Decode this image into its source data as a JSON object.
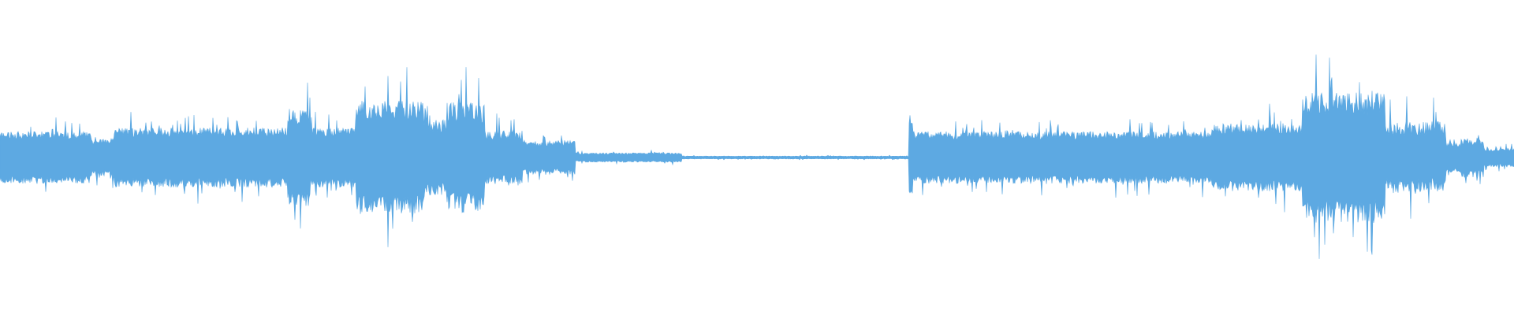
{
  "waveform": {
    "color": "#5DA9E2",
    "background": "#FFFFFF",
    "segments": [
      {
        "from": 0.0,
        "to": 0.06,
        "amp": 0.14,
        "jitter": 0.05
      },
      {
        "from": 0.06,
        "to": 0.075,
        "amp": 0.1,
        "jitter": 0.04
      },
      {
        "from": 0.075,
        "to": 0.19,
        "amp": 0.16,
        "jitter": 0.06
      },
      {
        "from": 0.19,
        "to": 0.205,
        "amp": 0.26,
        "jitter": 0.1
      },
      {
        "from": 0.205,
        "to": 0.235,
        "amp": 0.16,
        "jitter": 0.06
      },
      {
        "from": 0.235,
        "to": 0.28,
        "amp": 0.3,
        "jitter": 0.12
      },
      {
        "from": 0.28,
        "to": 0.295,
        "amp": 0.2,
        "jitter": 0.08
      },
      {
        "from": 0.295,
        "to": 0.32,
        "amp": 0.28,
        "jitter": 0.14
      },
      {
        "from": 0.32,
        "to": 0.345,
        "amp": 0.14,
        "jitter": 0.06
      },
      {
        "from": 0.345,
        "to": 0.38,
        "amp": 0.09,
        "jitter": 0.04
      },
      {
        "from": 0.38,
        "to": 0.45,
        "amp": 0.025,
        "jitter": 0.01
      },
      {
        "from": 0.45,
        "to": 0.6,
        "amp": 0.008,
        "jitter": 0.003
      },
      {
        "from": 0.6,
        "to": 0.603,
        "amp": 0.22,
        "jitter": 0.02
      },
      {
        "from": 0.603,
        "to": 0.8,
        "amp": 0.14,
        "jitter": 0.05
      },
      {
        "from": 0.8,
        "to": 0.86,
        "amp": 0.18,
        "jitter": 0.07
      },
      {
        "from": 0.86,
        "to": 0.915,
        "amp": 0.34,
        "jitter": 0.15
      },
      {
        "from": 0.915,
        "to": 0.955,
        "amp": 0.18,
        "jitter": 0.1
      },
      {
        "from": 0.955,
        "to": 0.965,
        "amp": 0.08,
        "jitter": 0.03
      },
      {
        "from": 0.965,
        "to": 0.98,
        "amp": 0.1,
        "jitter": 0.05
      },
      {
        "from": 0.98,
        "to": 1.0,
        "amp": 0.05,
        "jitter": 0.02
      }
    ]
  }
}
